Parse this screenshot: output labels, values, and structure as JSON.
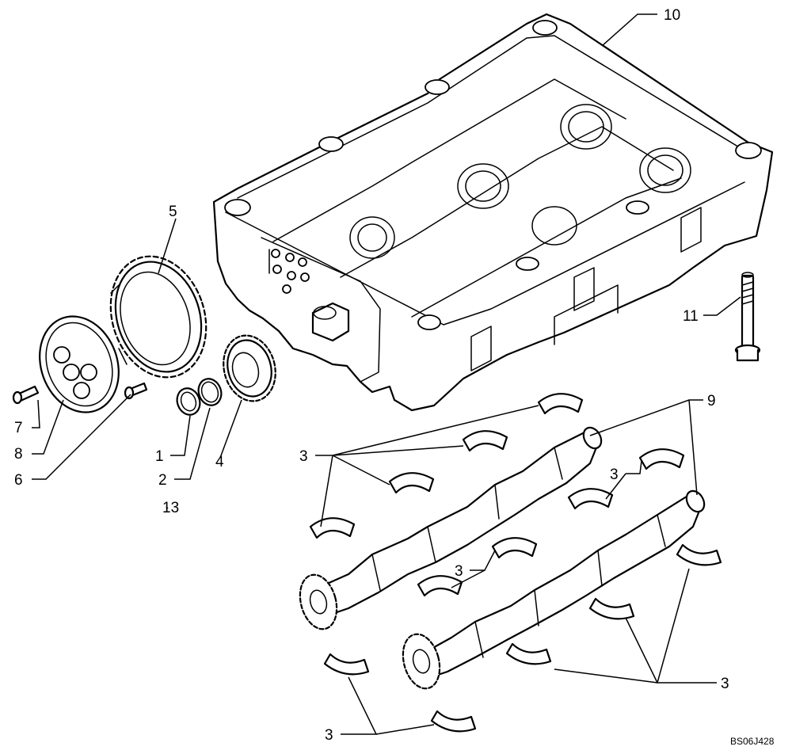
{
  "drawing_code": "BS06J428",
  "callouts": {
    "c1": "1",
    "c2": "2",
    "c3": "3",
    "c4": "4",
    "c5": "5",
    "c6": "6",
    "c7": "7",
    "c8": "8",
    "c9": "9",
    "c10": "10",
    "c11": "11",
    "c13": "13"
  }
}
